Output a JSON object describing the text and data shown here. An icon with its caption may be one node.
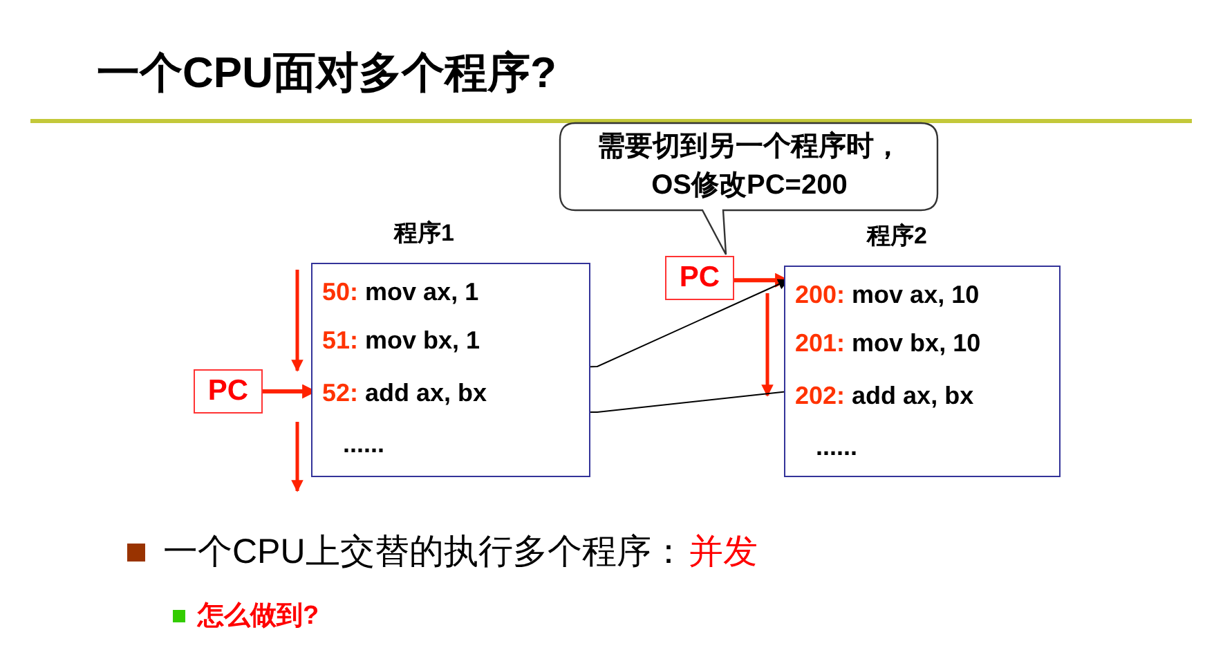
{
  "diagram": {
    "title": "一个CPU面对多个程序?",
    "nodes": [
      {
        "text": [
          "程序1"
        ]
      },
      {
        "text": [
          "50:",
          "mov ax, 1"
        ],
        "in": 0
      },
      {
        "text": [
          "51:",
          "mov bx, 1"
        ],
        "in": 0
      },
      {
        "text": [
          "52:",
          "add ax, bx"
        ],
        "in": 0
      },
      {
        "text": [
          "......"
        ],
        "in": 0
      },
      {
        "text": [
          "程序2"
        ]
      },
      {
        "text": [
          "200:",
          "mov ax, 10"
        ],
        "in": 5
      },
      {
        "text": [
          "201:",
          "mov bx, 10"
        ],
        "in": 5
      },
      {
        "text": [
          "202:",
          "add ax, bx"
        ],
        "in": 5
      },
      {
        "text": [
          "......"
        ],
        "in": 5
      },
      {
        "text": [
          "PC"
        ]
      },
      {
        "text": [
          "PC"
        ]
      },
      {
        "text": [
          "需要切到另一个程序时，OS修改PC=200"
        ]
      }
    ],
    "edges": [
      {
        "from": 10,
        "to": 3,
        "arrow": "to",
        "style": "thick",
        "color": "#ff2200"
      },
      {
        "from": 11,
        "to": 6,
        "arrow": "to",
        "style": "thick",
        "color": "#ff2200"
      },
      {
        "from": 3,
        "to": 6,
        "arrow": "to",
        "color": "#000000"
      },
      {
        "from": 8,
        "to": 3,
        "arrow": "to",
        "color": "#000000"
      }
    ],
    "labels": [
      "一个CPU上交替的执行多个程序：",
      "并发",
      "怎么做到?"
    ]
  }
}
